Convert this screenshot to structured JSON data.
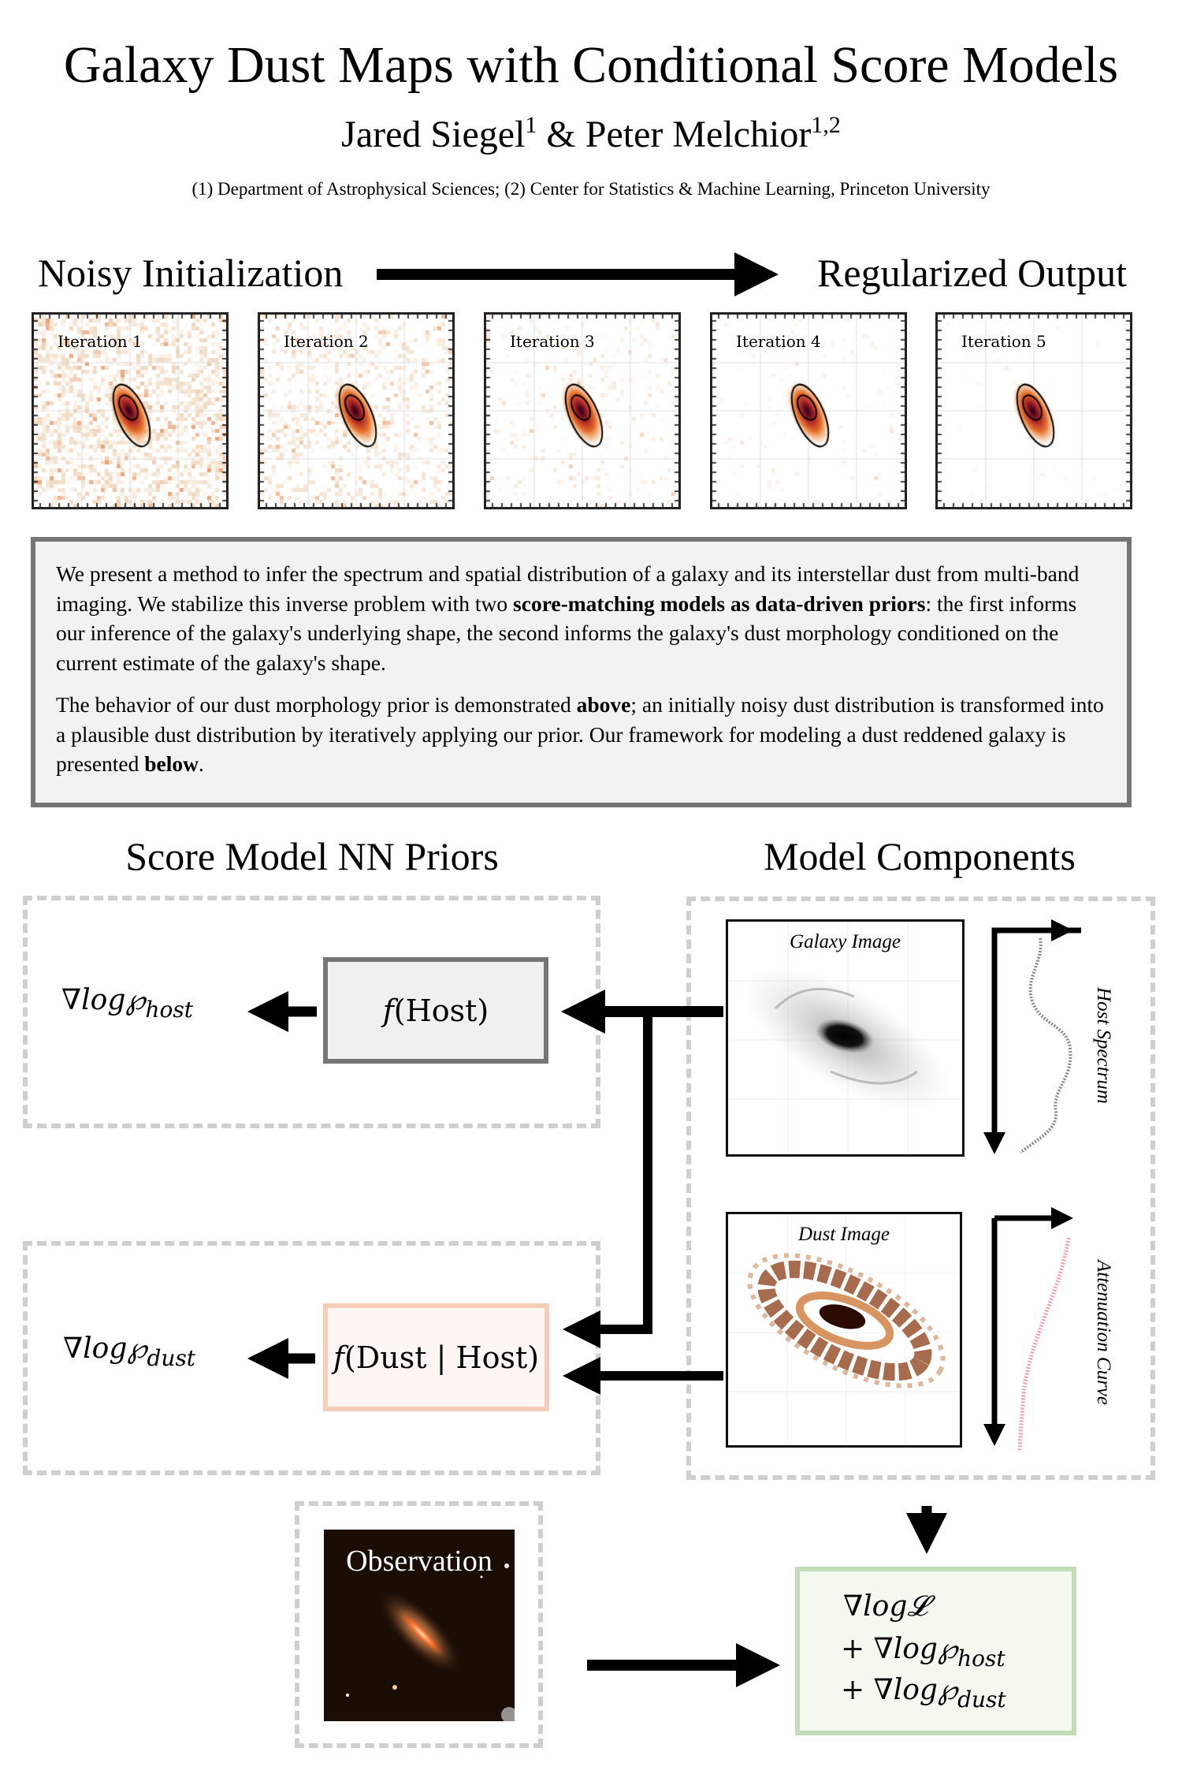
{
  "header": {
    "title": "Galaxy Dust Maps with Conditional Score Models",
    "author1": "Jared Siegel",
    "author1_sup": "1",
    "conjunction": " & ",
    "author2": "Peter Melchior",
    "author2_sup": "1,2",
    "affiliations": "(1) Department of Astrophysical Sciences; (2) Center for Statistics & Machine Learning, Princeton University"
  },
  "progression": {
    "start_label": "Noisy Initialization",
    "end_label": "Regularized Output",
    "iterations": [
      {
        "label": "Iteration 1",
        "noise": 1.0
      },
      {
        "label": "Iteration 2",
        "noise": 0.55
      },
      {
        "label": "Iteration 3",
        "noise": 0.25
      },
      {
        "label": "Iteration 4",
        "noise": 0.1
      },
      {
        "label": "Iteration 5",
        "noise": 0.03
      }
    ]
  },
  "abstract": {
    "p1": [
      {
        "text": "We present a method to infer the spectrum and spatial distribution of a galaxy and its interstellar dust from multi-band imaging. We stabilize this inverse problem with two ",
        "bold": false
      },
      {
        "text": "score-matching models as data-driven priors",
        "bold": true
      },
      {
        "text": ": the first informs our inference of the galaxy's underlying shape, the second informs the galaxy's dust morphology conditioned on the current estimate of the galaxy's shape.",
        "bold": false
      }
    ],
    "p2": [
      {
        "text": "The behavior of our dust morphology prior is demonstrated ",
        "bold": false
      },
      {
        "text": "above",
        "bold": true
      },
      {
        "text": "; an initially noisy dust distribution is transformed into a plausible dust distribution by iteratively applying our prior. Our framework for modeling a dust reddened galaxy is presented ",
        "bold": false
      },
      {
        "text": "below",
        "bold": true
      },
      {
        "text": ".",
        "bold": false
      }
    ]
  },
  "diagram": {
    "priors_heading": "Score Model NN Priors",
    "components_heading": "Model Components",
    "grad_host": {
      "prefix": "∇log℘",
      "sub": "host"
    },
    "grad_dust": {
      "prefix": "∇log℘",
      "sub": "dust"
    },
    "f_host": "𝑓(Host)",
    "f_dust": "𝑓(Dust | Host)",
    "galaxy_image_label": "Galaxy Image",
    "dust_image_label": "Dust Image",
    "host_spectrum_label": "Host Spectrum",
    "attenuation_label": "Attenuation Curve",
    "observation_label": "Observation",
    "total": {
      "line1": "∇log𝓛",
      "line2_prefix": "+ ∇log℘",
      "line2_sub": "host",
      "line3_prefix": "+ ∇log℘",
      "line3_sub": "dust"
    }
  },
  "colors": {
    "f_host_border": "#767676",
    "f_dust_border": "#f5cdb8",
    "total_border": "#c5dcb8",
    "dash": "#cfcfcf"
  }
}
